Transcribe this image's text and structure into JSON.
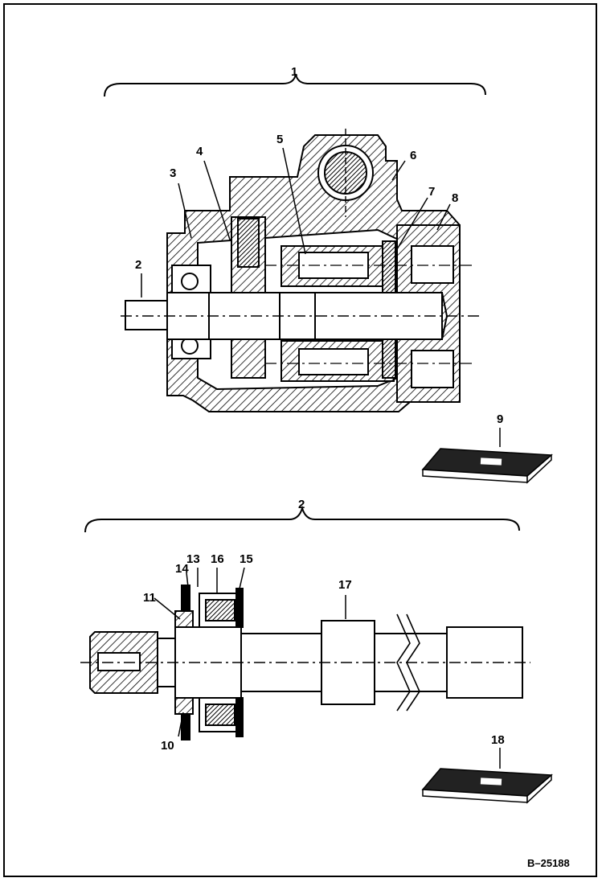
{
  "callouts": {
    "c1": "1",
    "c2_top": "2",
    "c3_top": "3",
    "c4": "4",
    "c5": "5",
    "c6": "6",
    "c7": "7",
    "c8": "8",
    "c9": "9",
    "c2_assembly": "2",
    "c13": "13",
    "c14": "14",
    "c16": "16",
    "c15": "15",
    "c11": "11",
    "c17": "17",
    "c10": "10",
    "c18": "18"
  },
  "figure_id": "B–25188",
  "watermark": "",
  "colors": {
    "ink": "#000000",
    "paper": "#ffffff",
    "hatch": "#000000"
  }
}
